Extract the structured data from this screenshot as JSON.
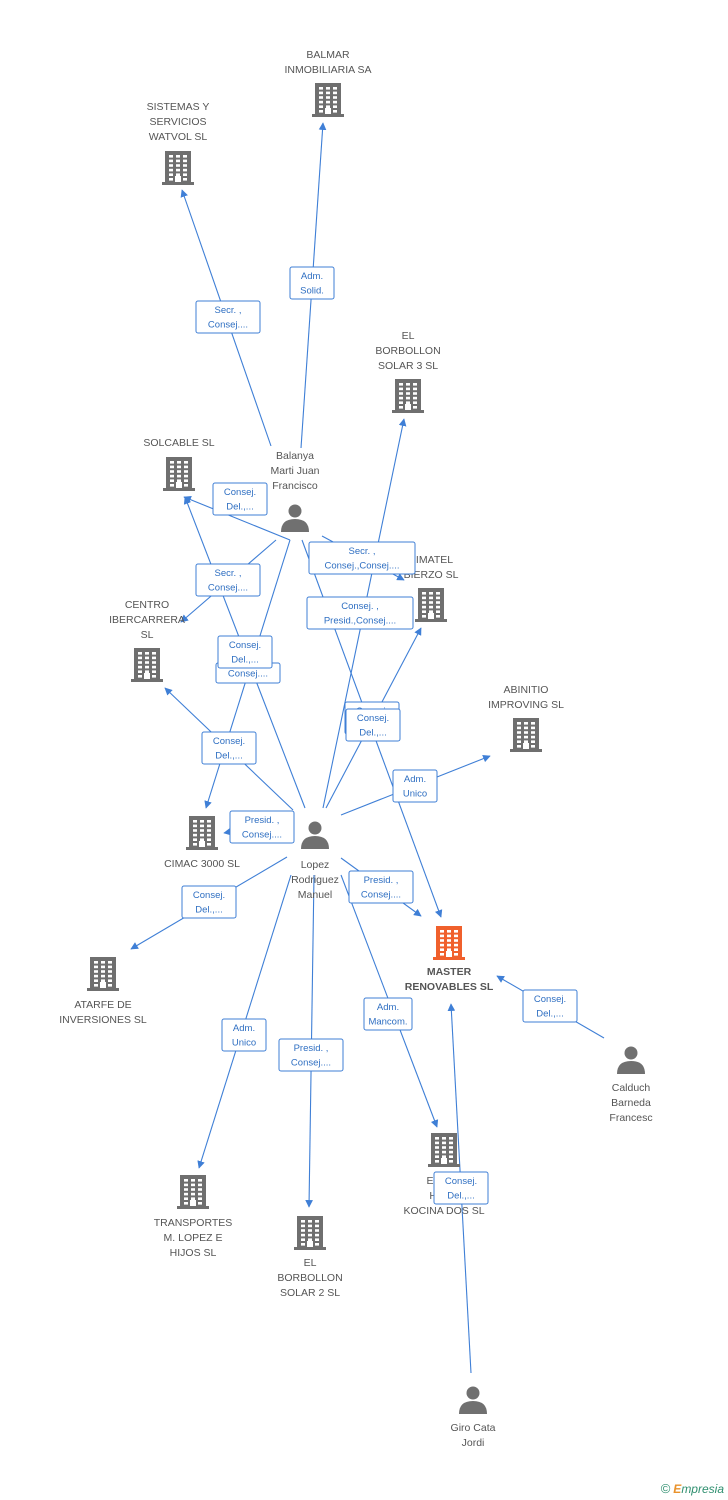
{
  "nodes": [
    {
      "id": "balmar",
      "kind": "company",
      "lines": [
        "BALMAR",
        "INMOBILIARIA SA"
      ]
    },
    {
      "id": "watvol",
      "kind": "company",
      "lines": [
        "SISTEMAS Y",
        "SERVICIOS",
        "WATVOL SL"
      ]
    },
    {
      "id": "borbollon3",
      "kind": "company",
      "lines": [
        "EL",
        "BORBOLLON",
        "SOLAR 3 SL"
      ]
    },
    {
      "id": "solcable",
      "kind": "company",
      "lines": [
        "SOLCABLE SL"
      ]
    },
    {
      "id": "balanya",
      "kind": "person",
      "lines": [
        "Balanya",
        "Marti Juan",
        "Francisco"
      ]
    },
    {
      "id": "simatel",
      "kind": "company",
      "lines": [
        "SIMATEL",
        "BIERZO SL"
      ]
    },
    {
      "id": "ibercarrera",
      "kind": "company",
      "lines": [
        "CENTRO",
        "IBERCARRERA",
        "SL"
      ]
    },
    {
      "id": "abinitio",
      "kind": "company",
      "lines": [
        "ABINITIO",
        "IMPROVING SL"
      ]
    },
    {
      "id": "cimac",
      "kind": "company",
      "lines": [
        "CIMAC 3000 SL"
      ]
    },
    {
      "id": "lopez",
      "kind": "person",
      "lines": [
        "Lopez",
        "Rodriguez",
        "Manuel"
      ]
    },
    {
      "id": "master",
      "kind": "focus",
      "lines": [
        "MASTER",
        "RENOVABLES SL"
      ]
    },
    {
      "id": "atarfe",
      "kind": "company",
      "lines": [
        "ATARFE DE",
        "INVERSIONES SL"
      ]
    },
    {
      "id": "calduch",
      "kind": "person",
      "lines": [
        "Calduch",
        "Barneda",
        "Francesc"
      ]
    },
    {
      "id": "transportes",
      "kind": "company",
      "lines": [
        "TRANSPORTES",
        "M. LOPEZ E",
        "HIJOS SL"
      ]
    },
    {
      "id": "borbollon2",
      "kind": "company",
      "lines": [
        "EL",
        "BORBOLLON",
        "SOLAR 2 SL"
      ]
    },
    {
      "id": "kocina",
      "kind": "company",
      "lines": [
        "EXPLO",
        "HOST",
        "KOCINA DOS SL"
      ]
    },
    {
      "id": "giro",
      "kind": "person",
      "lines": [
        "Giro Cata",
        "Jordi"
      ]
    }
  ],
  "edges": [
    {
      "from": "balanya",
      "to": "balmar",
      "lines": [
        "Adm.",
        "Solid."
      ]
    },
    {
      "from": "balanya",
      "to": "watvol",
      "lines": [
        "Secr. ,",
        "Consej...."
      ]
    },
    {
      "from": "lopez",
      "to": "borbollon3",
      "lines": [
        "Secr. ,",
        "Consej.,Consej...."
      ]
    },
    {
      "from": "balanya",
      "to": "solcable",
      "lines": [
        "Consej.",
        "Del.,..."
      ]
    },
    {
      "from": "balanya",
      "to": "ibercarrera",
      "lines": [
        "Secr. ,",
        "Consej...."
      ]
    },
    {
      "from": "balanya",
      "to": "simatel",
      "lines": [
        "Consej. ,",
        "Presid.,Consej...."
      ]
    },
    {
      "from": "balanya",
      "to": "cimac",
      "lines": [
        "Consej...."
      ]
    },
    {
      "from": "balanya",
      "to": "master",
      "lines": [
        "Consej.",
        "Del.,..."
      ]
    },
    {
      "from": "lopez",
      "to": "solcable",
      "lines": [
        "Consej.",
        "Del.,..."
      ]
    },
    {
      "from": "lopez",
      "to": "ibercarrera",
      "lines": [
        "Consej.",
        "Del.,..."
      ]
    },
    {
      "from": "lopez",
      "to": "simatel",
      "lines": [
        "Consej.",
        "Del.,..."
      ]
    },
    {
      "from": "lopez",
      "to": "abinitio",
      "lines": [
        "Adm.",
        "Unico"
      ]
    },
    {
      "from": "lopez",
      "to": "cimac",
      "lines": [
        "Presid. ,",
        "Consej...."
      ]
    },
    {
      "from": "lopez",
      "to": "master",
      "lines": [
        "Presid. ,",
        "Consej...."
      ]
    },
    {
      "from": "lopez",
      "to": "atarfe",
      "lines": [
        "Consej.",
        "Del.,..."
      ]
    },
    {
      "from": "lopez",
      "to": "transportes",
      "lines": [
        "Adm.",
        "Unico"
      ]
    },
    {
      "from": "lopez",
      "to": "borbollon2",
      "lines": [
        "Presid. ,",
        "Consej...."
      ]
    },
    {
      "from": "lopez",
      "to": "kocina",
      "lines": [
        "Adm.",
        "Mancom."
      ]
    },
    {
      "from": "calduch",
      "to": "master",
      "lines": [
        "Consej.",
        "Del.,..."
      ]
    },
    {
      "from": "giro",
      "to": "master",
      "lines": [
        "Consej.",
        "Del.,..."
      ]
    }
  ],
  "colors": {
    "company_icon": "#6f6f6f",
    "focus_icon": "#f0602c",
    "person_icon": "#707070",
    "edge": "#3f7fd6"
  },
  "footer": {
    "copyright_symbol": "©",
    "brand_first": "E",
    "brand_rest": "mpresia"
  }
}
